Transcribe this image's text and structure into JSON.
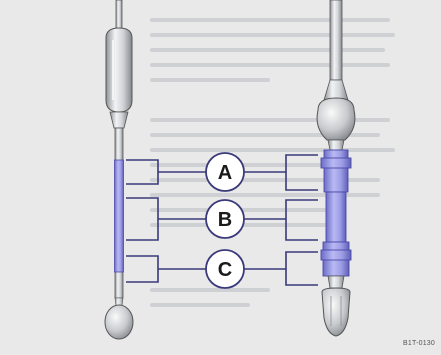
{
  "figure": {
    "labels": [
      "A",
      "B",
      "C"
    ],
    "code": "B1T-0130",
    "colors": {
      "background": "#e9e9ea",
      "line": "#3a3a7a",
      "accent": "#9a9ae8",
      "metal": "#c9cbcf"
    }
  }
}
